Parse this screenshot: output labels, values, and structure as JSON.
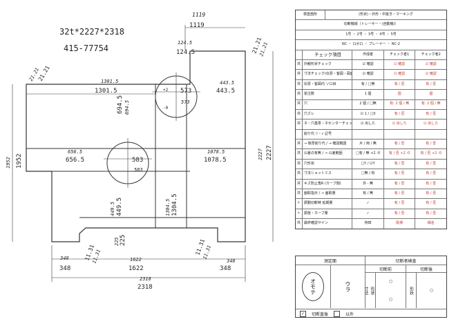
{
  "part": {
    "size": "32t*2227*2318",
    "code": "415-77754"
  },
  "dims": {
    "top_width": "1119",
    "top_width_hw": "1119",
    "left_width": "1301.5",
    "left_width_hw": "1301.5",
    "notch": "124.5",
    "notch_hw": "124.5",
    "total_height": "1952",
    "total_height_hw": "1952",
    "right_height": "2227",
    "right_height_hw": "2227",
    "corner_tr": "21.21",
    "corner_tr_hw": "21.21",
    "corner_tl": "21.21",
    "corner_tl_hw": "21.21",
    "hole1_x": "443.5",
    "hole1_x_hw": "443.5",
    "hole1_d": "573",
    "hole1_d_hw": "573",
    "hole2_x_left": "656.5",
    "hole2_x_left_hw": "656.5",
    "hole2_x_right": "1078.5",
    "hole2_x_right_hw": "1078.5",
    "hole2_d": "583",
    "hole2_d_hw": "583",
    "mid_v": "694.5",
    "mid_v_hw": "694.5",
    "lower_v1": "449.5",
    "lower_v1_hw": "449.5",
    "lower_v2": "1304.5",
    "lower_v2_hw": "1304.5",
    "lower_v3": "225",
    "lower_v3_hw": "225",
    "bottom_left": "348",
    "bottom_left_hw": "348",
    "bottom_right": "348",
    "bottom_right_hw": "348",
    "bottom_mid": "1622",
    "bottom_mid_hw": "1622",
    "bottom_total": "2318",
    "bottom_total_hw": "2318",
    "chamfer_l": "11.31",
    "chamfer_l_hw": "11.31",
    "chamfer_r": "11.31",
    "chamfer_r_hw": "11.31",
    "tol_plus": "+2",
    "tol_minus": "-0"
  },
  "sheet": {
    "inspection_label": "検査箇所",
    "inspection_value": "(形状)・外形・中抜き・マーキング",
    "machine_label": "切断機械（トレーサー・(自動機)）",
    "machine_nos": "1号 ・ 2号 ・ 3号 ・ 4号 ・ 5号",
    "machine_types": "NC ・ ロボロ ・ プレーナー ・ NC-2",
    "headers": [
      "チェック項目",
      "作成者",
      "チェック者1",
      "チェック者2"
    ],
    "rows": [
      {
        "t": "共",
        "item": "外観形状チェック",
        "c1": "☑ 確認",
        "c2": "☑ 確認",
        "c3": "☑ 確認"
      },
      {
        "t": "共",
        "item": "寸法チェック(伝票・客図・図面・展命面・切断指示書)",
        "c1": "☑ 確認",
        "c2": "☑ 確認",
        "c3": "☑ 確認"
      },
      {
        "t": "共",
        "item": "伝票・客図内 ソロ目",
        "c1": "有 / □無",
        "c2": "有 / 否",
        "c3": "有 / 否"
      },
      {
        "t": "共",
        "item": "受注数",
        "c1": "1 個",
        "c2": "個",
        "c3": "個"
      },
      {
        "t": "共",
        "item": "穴",
        "c1": "2 個 / □無",
        "c2": "有: 2 個 / 無",
        "c3": "有: 2 個 / 無"
      },
      {
        "t": "共",
        "item": "穴ズレ",
        "c1": "☑ 1 / □0",
        "c2": "有 / 否",
        "c3": "有 / 否"
      },
      {
        "t": "共",
        "item": "ネ・穴基準・ネセンターチェック",
        "c1": "☑ 出した",
        "c2": "☑ 出した",
        "c3": "☑ 出した"
      },
      {
        "t": "",
        "item": "削り代 ▽・√ 記号",
        "c1": "",
        "c2": "",
        "c3": ""
      },
      {
        "t": "共",
        "item": "→ 板厚削り代 / → 確認範囲",
        "c1": "片 / 両 / 無",
        "c2": "有 / 否",
        "c3": "有 / 否"
      },
      {
        "t": "共",
        "item": "公差の有無 / → 公差範囲",
        "c1": "□有 / 無  +2 -0",
        "c2": "有 / 否  +2 -0",
        "c3": "有 / 否  +2 -0"
      },
      {
        "t": "共",
        "item": "穴形状",
        "c1": "□Y / ☑Y",
        "c2": "有 / 否",
        "c3": "有 / 否"
      },
      {
        "t": "共",
        "item": "寸法ショットミス",
        "c1": "□無 / 有",
        "c2": "有 / 否",
        "c3": "有 / 否"
      },
      {
        "t": "共",
        "item": "キズ防止角R (カーブ側)",
        "c1": "外 - 無",
        "c2": "有 / 否",
        "c3": "有 / 否"
      },
      {
        "t": "共",
        "item": "面取指示 / → 面取量",
        "c1": "有 / 無",
        "c2": "有 / 否",
        "c3": "有 / 否"
      },
      {
        "t": "ト",
        "item": "振動切断時 延期量",
        "c1": "✓",
        "c2": "有 / 否",
        "c3": "有 / 否"
      },
      {
        "t": "ト",
        "item": "振度・カーブ量",
        "c1": "✓",
        "c2": "有 / 否",
        "c3": "有 / 否"
      },
      {
        "t": "共",
        "item": "最終確認サイン",
        "c1": "持田",
        "c2": "阪俣",
        "c3": "橘名"
      }
    ],
    "bottom": {
      "inspection_header": "切断者検査",
      "measure_label": "測定面",
      "measure_omote": "オモテ",
      "measure_ura": "ウラ",
      "before": "切断前",
      "after": "切断後",
      "shape_label": "形状",
      "size_label": "寸法",
      "shape_label2": "形状",
      "circle": "○",
      "circle2": "○",
      "circle3": "○",
      "after_cut": "切断直後",
      "other": "以外"
    }
  }
}
